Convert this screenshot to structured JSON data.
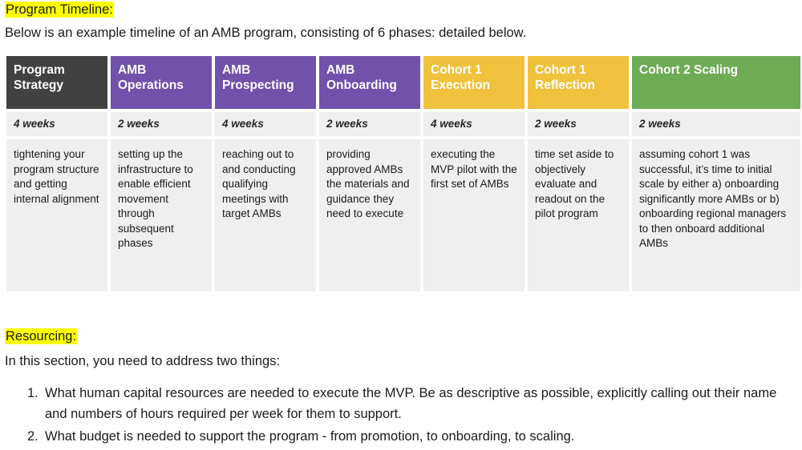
{
  "program_timeline": {
    "heading": "Program Timeline:",
    "intro": "Below is an example timeline of an AMB program, consisting of 6 phases: detailed below.",
    "columns": [
      {
        "name": "program-strategy",
        "header": "Program Strategy",
        "header_color": "#414141",
        "duration": "4 weeks",
        "description": "tightening your program structure and getting internal alignment"
      },
      {
        "name": "amb-operations",
        "header": "AMB Operations",
        "header_color": "#7051ab",
        "duration": "2 weeks",
        "description": "setting up the infrastructure to enable efficient movement through subsequent phases"
      },
      {
        "name": "amb-prospecting",
        "header": "AMB Prospecting",
        "header_color": "#7051ab",
        "duration": "4 weeks",
        "description": "reaching out to and conducting qualifying meetings with target AMBs"
      },
      {
        "name": "amb-onboarding",
        "header": "AMB Onboarding",
        "header_color": "#7051ab",
        "duration": "2 weeks",
        "description": "providing approved AMBs the materials and guidance they need to execute"
      },
      {
        "name": "cohort-1-execution",
        "header": "Cohort 1 Execution",
        "header_color": "#f0c13c",
        "duration": "4 weeks",
        "description": "executing the MVP pilot with the first set of AMBs"
      },
      {
        "name": "cohort-1-reflection",
        "header": "Cohort 1 Reflection",
        "header_color": "#f0c13c",
        "duration": "2 weeks",
        "description": "time set aside to objectively evaluate and readout on the pilot program"
      },
      {
        "name": "cohort-2-scaling",
        "header": "Cohort 2 Scaling",
        "header_color": "#6dab55",
        "duration": "2 weeks",
        "description": "assuming cohort 1 was successful, it’s time to initial scale by either a) onboarding  significantly more AMBs or b) onboarding regional managers to then onboard additional AMBs"
      }
    ]
  },
  "resourcing": {
    "heading": "Resourcing:",
    "intro": "In this section, you need to address two things:",
    "items": [
      {
        "marker": "1.",
        "text": "What human capital resources are needed to execute the MVP. Be as descriptive as possible, explicitly calling out their name and numbers of hours required per week for them to support."
      },
      {
        "marker": "2.",
        "text": "What budget is needed to support the program - from promotion, to onboarding, to scaling."
      }
    ]
  },
  "colors": {
    "highlight": "#ffff00",
    "dark_header": "#414141",
    "purple_header": "#7051ab",
    "amber_header": "#f0c13c",
    "green_header": "#6dab55",
    "cell_background": "#efefef"
  }
}
